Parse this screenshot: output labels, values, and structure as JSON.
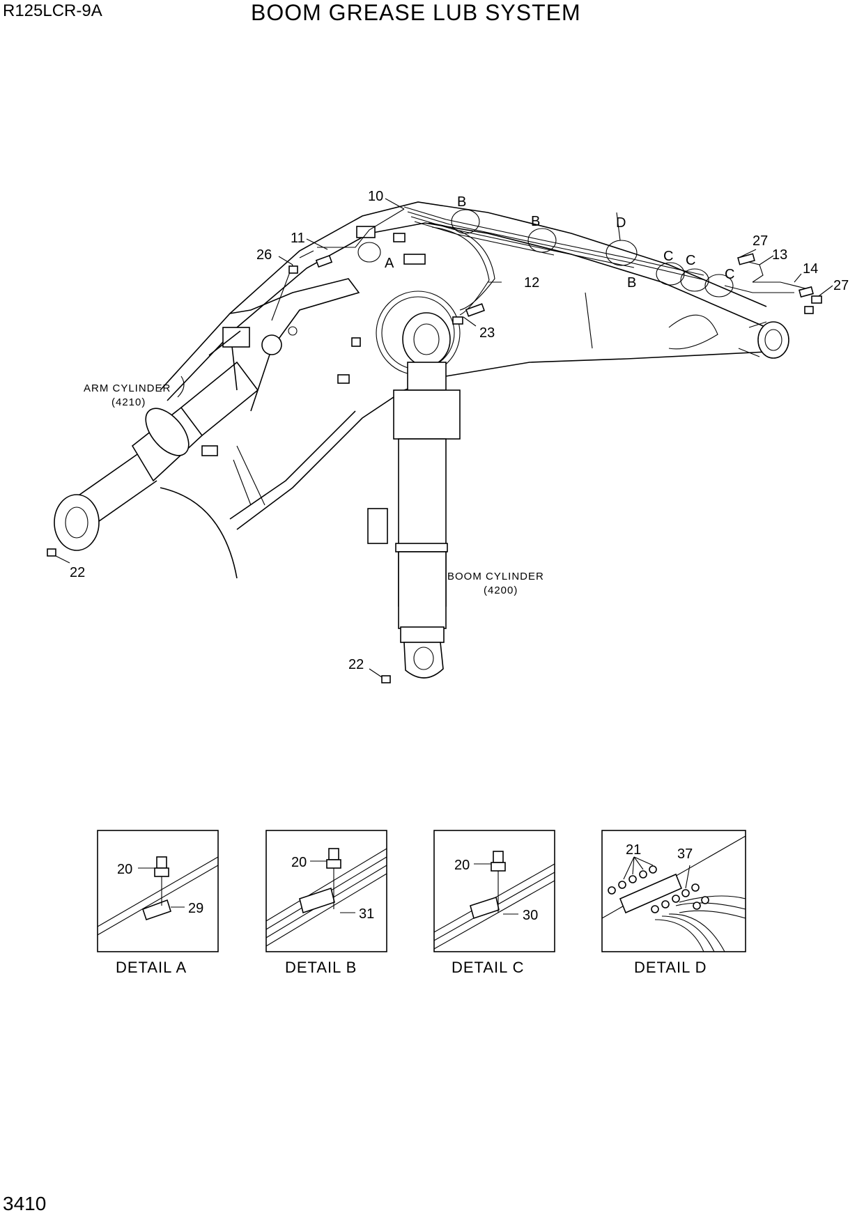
{
  "header": {
    "model": "R125LCR-9A",
    "title": "BOOM GREASE LUB SYSTEM"
  },
  "footer": {
    "page_number": "3410"
  },
  "components": {
    "arm_cylinder": {
      "name": "ARM CYLINDER",
      "code": "(4210)"
    },
    "boom_cylinder": {
      "name": "BOOM CYLINDER",
      "code": "(4200)"
    }
  },
  "callouts": {
    "p10": "10",
    "p11": "11",
    "p12": "12",
    "p13": "13",
    "p14": "14",
    "p22a": "22",
    "p22b": "22",
    "p23": "23",
    "p26": "26",
    "p27a": "27",
    "p27b": "27",
    "ref_a": "A",
    "ref_b1": "B",
    "ref_b2": "B",
    "ref_b3": "B",
    "ref_c1": "C",
    "ref_c2": "C",
    "ref_c3": "C",
    "ref_d": "D"
  },
  "details": [
    {
      "caption": "DETAIL  A",
      "parts": [
        "20",
        "29"
      ]
    },
    {
      "caption": "DETAIL  B",
      "parts": [
        "20",
        "31"
      ]
    },
    {
      "caption": "DETAIL  C",
      "parts": [
        "20",
        "30"
      ]
    },
    {
      "caption": "DETAIL  D",
      "parts": [
        "21",
        "37"
      ]
    }
  ]
}
